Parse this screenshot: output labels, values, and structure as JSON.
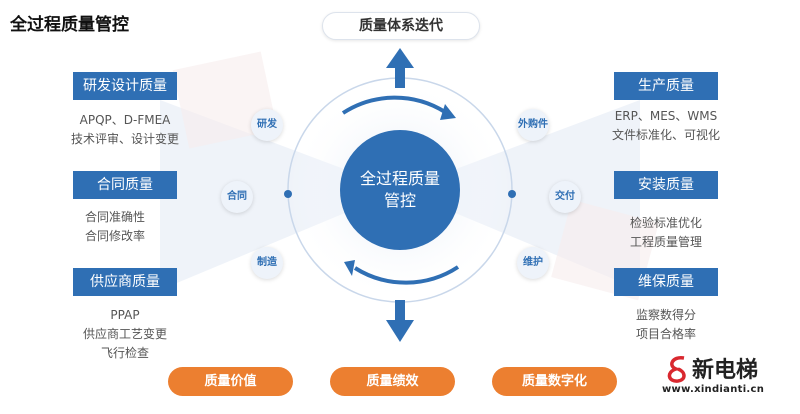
{
  "title": "全过程质量管控",
  "top_label": "质量体系迭代",
  "center_label_line1": "全过程质量",
  "center_label_line2": "管控",
  "nodes": {
    "rd": "研发",
    "contract": "合同",
    "manufacture": "制造",
    "purchase": "外购件",
    "delivery": "交付",
    "maintain": "维护"
  },
  "left": [
    {
      "label": "研发设计质量",
      "lines": [
        "APQP、D-FMEA",
        "技术评审、设计变更"
      ]
    },
    {
      "label": "合同质量",
      "lines": [
        "合同准确性",
        "合同修改率"
      ]
    },
    {
      "label": "供应商质量",
      "lines": [
        "PPAP",
        "供应商工艺变更",
        "飞行检查"
      ]
    }
  ],
  "right": [
    {
      "label": "生产质量",
      "lines": [
        "ERP、MES、WMS",
        "文件标准化、可视化"
      ]
    },
    {
      "label": "安装质量",
      "lines": [
        "检验标准优化",
        "工程质量管理"
      ]
    },
    {
      "label": "维保质量",
      "lines": [
        "监察数得分",
        "项目合格率"
      ]
    }
  ],
  "bottom": [
    "质量价值",
    "质量绩效",
    "质量数字化"
  ],
  "logo": {
    "name": "新电梯",
    "url": "www.xindianti.cn"
  },
  "colors": {
    "blue": "#2f6fb4",
    "orange": "#ec7f30"
  }
}
